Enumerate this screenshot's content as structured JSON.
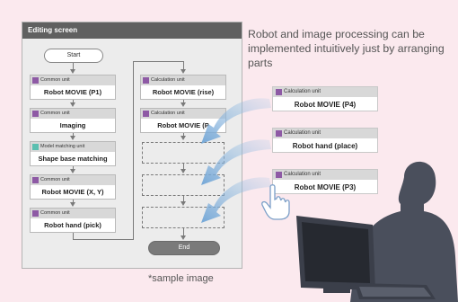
{
  "editor": {
    "title": "Editing screen",
    "start_label": "Start",
    "end_label": "End",
    "left_column": [
      {
        "unit": "Common unit",
        "name": "Robot MOVIE (P1)",
        "color": "#8e5aa5"
      },
      {
        "unit": "Common unit",
        "name": "Imaging",
        "color": "#8e5aa5"
      },
      {
        "unit": "Model matching unit",
        "name": "Shape base matching",
        "color": "#5bbfb0"
      },
      {
        "unit": "Common unit",
        "name": "Robot MOVIE (X, Y)",
        "color": "#8e5aa5"
      },
      {
        "unit": "Common unit",
        "name": "Robot hand (pick)",
        "color": "#8e5aa5"
      }
    ],
    "right_column": [
      {
        "unit": "Calculation unit",
        "name": "Robot MOVIE (rise)",
        "color": "#8e5aa5"
      },
      {
        "unit": "Calculation unit",
        "name": "Robot MOVIE (P",
        "color": "#8e5aa5"
      }
    ]
  },
  "palette": [
    {
      "unit": "Calculation unit",
      "name": "Robot MOVIE (P4)"
    },
    {
      "unit": "Calculation unit",
      "name": "Robot hand (place)"
    },
    {
      "unit": "Calculation unit",
      "name": "Robot MOVIE (P3)"
    }
  ],
  "description": "Robot and image processing can be implemented intuitively just by arranging parts",
  "caption": "*sample image",
  "colors": {
    "background": "#fbe9ee",
    "accent_purple": "#8e5aa5",
    "accent_teal": "#5bbfb0",
    "drag_arrow": "#a9c8e6"
  }
}
